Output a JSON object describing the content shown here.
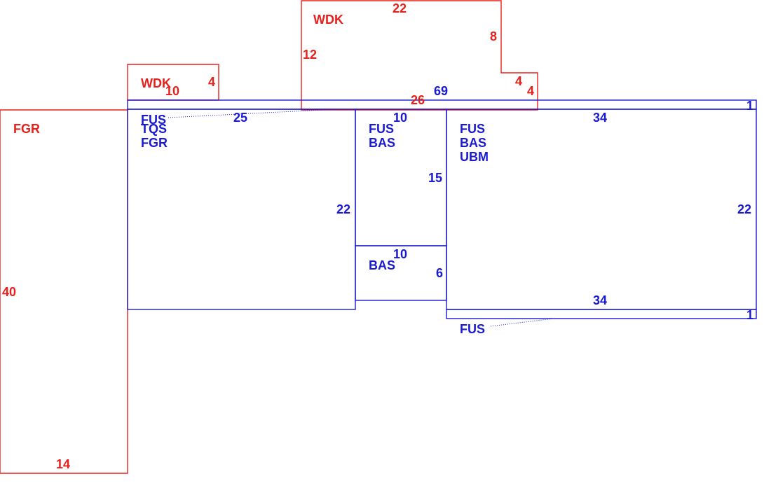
{
  "colors": {
    "red": "#e8201c",
    "blue": "#1a1ad0"
  },
  "areas": {
    "fgr": {
      "label": "FGR",
      "dims": {
        "left": "40",
        "bottom": "14"
      }
    },
    "wdk_small": {
      "label": "WDK",
      "dims": {
        "right": "4",
        "bottom": "10"
      }
    },
    "wdk_large": {
      "label": "WDK",
      "dims": {
        "top": "22",
        "left": "12",
        "right_upper": "8",
        "step_top": "4",
        "step_right": "4",
        "bottom": "26"
      }
    },
    "top_strip": {
      "dims": {
        "length": "69",
        "depth": "1"
      }
    },
    "left_room": {
      "labels": [
        "FUS",
        "TQS",
        "FGR"
      ],
      "dims": {
        "top": "25",
        "right": "22"
      }
    },
    "middle_upper": {
      "labels": [
        "FUS",
        "BAS"
      ],
      "dims": {
        "top": "10",
        "right": "15"
      }
    },
    "middle_lower": {
      "labels": [
        "BAS"
      ],
      "dims": {
        "top": "10",
        "right": "6"
      }
    },
    "right_room": {
      "labels": [
        "FUS",
        "BAS",
        "UBM"
      ],
      "dims": {
        "top": "34",
        "right": "22",
        "bottom": "34"
      }
    },
    "bottom_strip": {
      "label": "FUS",
      "dims": {
        "depth": "1"
      }
    }
  }
}
